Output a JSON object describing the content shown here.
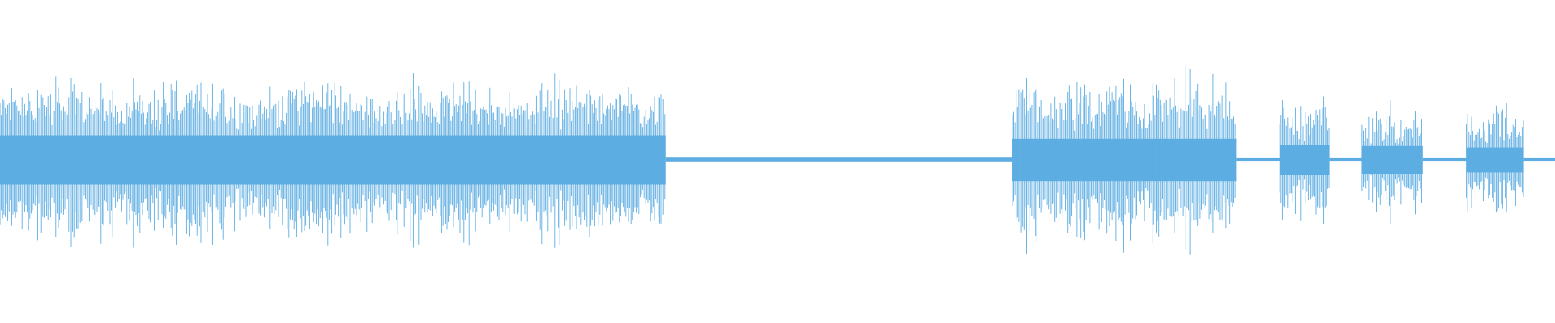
{
  "waveform": {
    "color": "#5dade2",
    "background": "#ffffff",
    "amplitude_scale": 1.0,
    "segments": [
      {
        "name": "segment-1",
        "start": 0.0,
        "end": 0.428,
        "kind": "speech",
        "base_amplitude": 0.3,
        "peak_amplitude": 0.55,
        "line_thickness": 0.05
      },
      {
        "name": "segment-gap",
        "start": 0.428,
        "end": 0.651,
        "kind": "silence",
        "base_amplitude": 0.02,
        "peak_amplitude": 0.02,
        "line_thickness": 0.04
      },
      {
        "name": "segment-2",
        "start": 0.651,
        "end": 0.795,
        "kind": "speech",
        "base_amplitude": 0.26,
        "peak_amplitude": 0.58,
        "line_thickness": 0.04
      },
      {
        "name": "segment-3",
        "start": 0.795,
        "end": 0.823,
        "kind": "silence",
        "base_amplitude": 0.02,
        "peak_amplitude": 0.02,
        "line_thickness": 0.03
      },
      {
        "name": "segment-4",
        "start": 0.823,
        "end": 0.855,
        "kind": "speech",
        "base_amplitude": 0.18,
        "peak_amplitude": 0.45,
        "line_thickness": 0.04
      },
      {
        "name": "segment-5",
        "start": 0.855,
        "end": 0.876,
        "kind": "silence",
        "base_amplitude": 0.02,
        "peak_amplitude": 0.02,
        "line_thickness": 0.03
      },
      {
        "name": "segment-6",
        "start": 0.876,
        "end": 0.915,
        "kind": "speech",
        "base_amplitude": 0.16,
        "peak_amplitude": 0.38,
        "line_thickness": 0.04
      },
      {
        "name": "segment-7",
        "start": 0.915,
        "end": 0.943,
        "kind": "silence",
        "base_amplitude": 0.02,
        "peak_amplitude": 0.02,
        "line_thickness": 0.03
      },
      {
        "name": "segment-8",
        "start": 0.943,
        "end": 0.98,
        "kind": "speech",
        "base_amplitude": 0.14,
        "peak_amplitude": 0.42,
        "line_thickness": 0.04
      },
      {
        "name": "segment-9",
        "start": 0.98,
        "end": 1.0,
        "kind": "silence",
        "base_amplitude": 0.03,
        "peak_amplitude": 0.03,
        "line_thickness": 0.03
      }
    ]
  }
}
